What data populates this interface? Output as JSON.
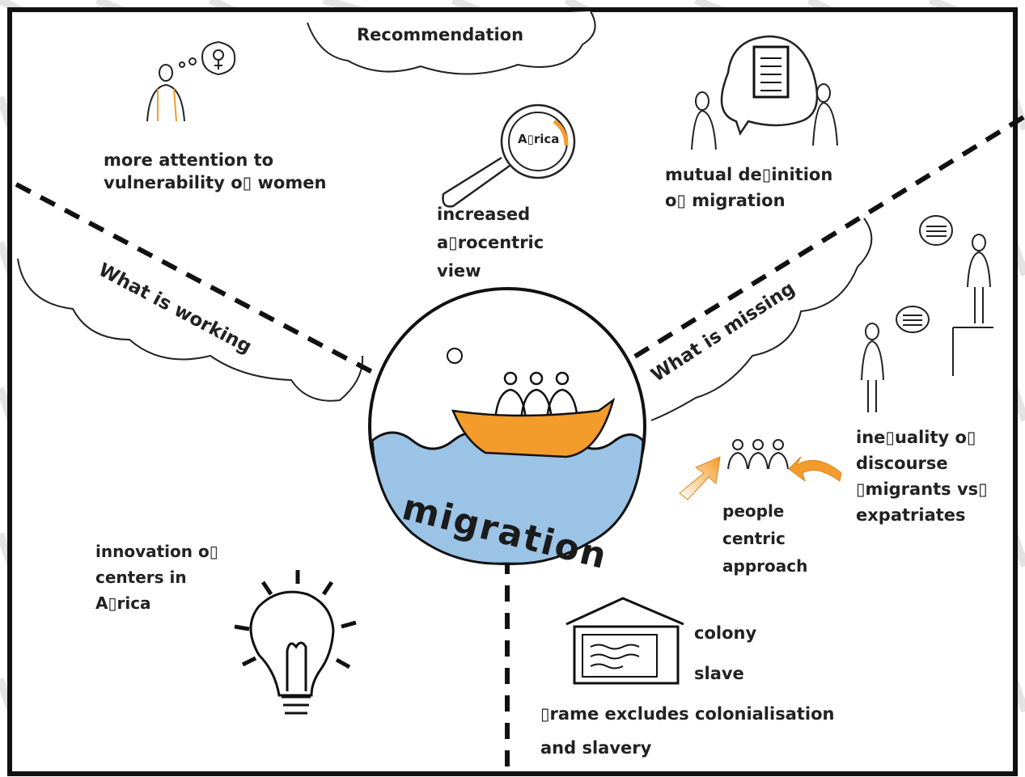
{
  "colors": {
    "accent_orange": "#f39c2b",
    "water_blue": "#9ac3e6",
    "ink": "#222222"
  },
  "header": {
    "title": "Recommendation"
  },
  "center": {
    "label": "migration"
  },
  "sections": {
    "working": "What is working",
    "missing": "What is missing"
  },
  "items": {
    "women": [
      "more attention to",
      "vulnerability o▯ women"
    ],
    "afrocentric": [
      "increased",
      "a▯rocentric",
      "view"
    ],
    "afrika_tag": "A▯rica",
    "mutual": [
      "mutual de▯inition",
      "o▯ migration"
    ],
    "inequality": [
      "ine▯uality o▯",
      "discourse",
      "▯migrants vs▯",
      "expatriates"
    ],
    "people": [
      "people",
      "centric",
      "approach"
    ],
    "innovation": [
      "innovation o▯",
      "centers in",
      "A▯rica"
    ],
    "colony": "colony",
    "slave": "slave",
    "frame": [
      "▯rame excludes colonialisation",
      "and slavery"
    ]
  },
  "icons": [
    "person-thinking-icon",
    "female-symbol-icon",
    "magnifier-icon",
    "speech-bubble-document-icon",
    "people-group-icon",
    "boat-icon",
    "lightbulb-icon",
    "house-board-icon",
    "standing-people-icon",
    "arrow-icon"
  ]
}
